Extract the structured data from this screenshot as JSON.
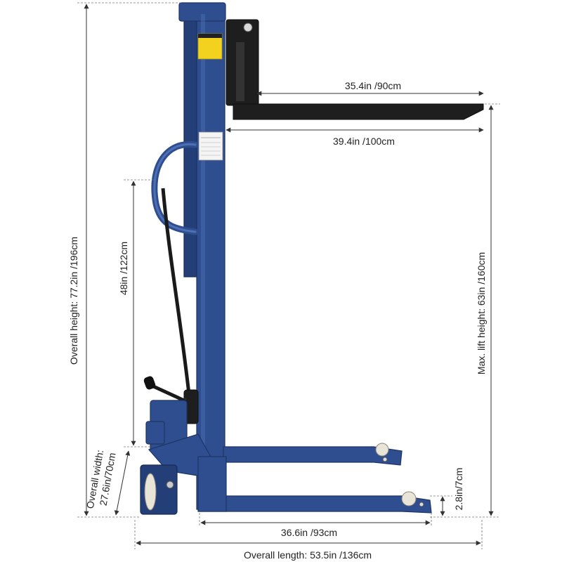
{
  "dimensions": {
    "fork_length": "35.4in /90cm",
    "fork_total_length": "39.4in /100cm",
    "handle_height": "48in /122cm",
    "overall_height": "Overall height: 77.2in /196cm",
    "max_lift_height": "Max. lift height: 63in /160cm",
    "overall_width_title": "Overall width:",
    "overall_width_value": "27.6in/70cm",
    "fork_height": "2.8in/7cm",
    "leg_length": "36.6in /93cm",
    "overall_length": "Overall length: 53.5in /136cm"
  },
  "colors": {
    "steel": "#2f4e8f",
    "fork": "#1e1e1e",
    "label": "#f2d21e",
    "dimension_line": "#333333"
  }
}
